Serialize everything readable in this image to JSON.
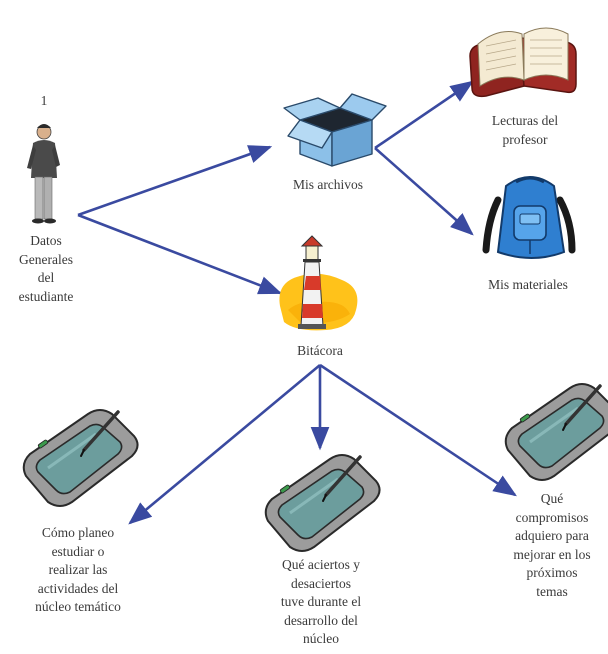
{
  "diagram": {
    "student": {
      "number": "1",
      "label_lines": [
        "Datos",
        "Generales",
        "del",
        "estudiante"
      ]
    },
    "mis_archivos": {
      "label": "Mis archivos"
    },
    "lecturas": {
      "label_lines": [
        "Lecturas del",
        "profesor"
      ]
    },
    "mis_materiales": {
      "label": "Mis materiales"
    },
    "bitacora": {
      "label": "Bitácora"
    },
    "tablet_1": {
      "label_lines": [
        "Cómo planeo",
        "estudiar o",
        "realizar las",
        "actividades del",
        "núcleo temático"
      ]
    },
    "tablet_2": {
      "label_lines": [
        "Qué aciertos y",
        "desaciertos",
        "tuve durante el",
        "desarrollo del",
        "núcleo"
      ]
    },
    "tablet_3": {
      "label_lines": [
        "Qué",
        "compromisos",
        "adquiero para",
        "mejorar  en los",
        "próximos",
        "temas"
      ]
    },
    "colors": {
      "arrow": "#3a4aa0",
      "box": "#8cc0e8",
      "backpack": "#2f7fd0",
      "book": "#9a2a24",
      "tablet_body": "#a8a8a8",
      "tablet_screen": "#6fa0a0",
      "lighthouse_glow": "#ffc21a"
    },
    "icons": [
      "person-icon",
      "box-icon",
      "book-icon",
      "backpack-icon",
      "lighthouse-icon",
      "tablet-icon"
    ]
  }
}
